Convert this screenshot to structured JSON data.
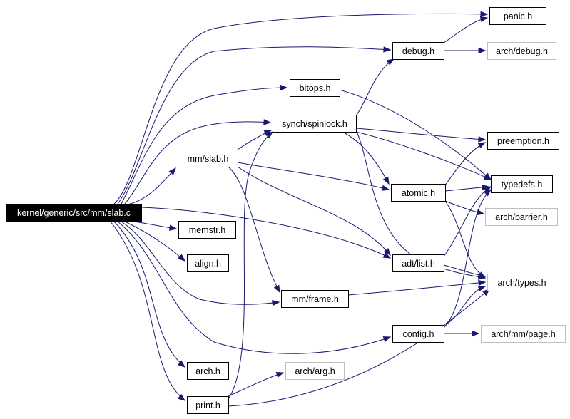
{
  "graph": {
    "nodes": [
      {
        "id": "slab_c",
        "label": "kernel/generic/src/mm/slab.c",
        "style": "root"
      },
      {
        "id": "panic_h",
        "label": "panic.h",
        "style": "normal"
      },
      {
        "id": "debug_h",
        "label": "debug.h",
        "style": "normal"
      },
      {
        "id": "arch_debug_h",
        "label": "arch/debug.h",
        "style": "external"
      },
      {
        "id": "bitops_h",
        "label": "bitops.h",
        "style": "normal"
      },
      {
        "id": "spinlock_h",
        "label": "synch/spinlock.h",
        "style": "normal"
      },
      {
        "id": "preemption_h",
        "label": "preemption.h",
        "style": "normal"
      },
      {
        "id": "slab_h",
        "label": "mm/slab.h",
        "style": "normal"
      },
      {
        "id": "typedefs_h",
        "label": "typedefs.h",
        "style": "normal"
      },
      {
        "id": "atomic_h",
        "label": "atomic.h",
        "style": "normal"
      },
      {
        "id": "arch_barrier_h",
        "label": "arch/barrier.h",
        "style": "external"
      },
      {
        "id": "memstr_h",
        "label": "memstr.h",
        "style": "normal"
      },
      {
        "id": "adt_list_h",
        "label": "adt/list.h",
        "style": "normal"
      },
      {
        "id": "align_h",
        "label": "align.h",
        "style": "normal"
      },
      {
        "id": "arch_types_h",
        "label": "arch/types.h",
        "style": "external"
      },
      {
        "id": "frame_h",
        "label": "mm/frame.h",
        "style": "normal"
      },
      {
        "id": "config_h",
        "label": "config.h",
        "style": "normal"
      },
      {
        "id": "arch_mm_page_h",
        "label": "arch/mm/page.h",
        "style": "external"
      },
      {
        "id": "arch_h",
        "label": "arch.h",
        "style": "normal"
      },
      {
        "id": "arch_arg_h",
        "label": "arch/arg.h",
        "style": "external"
      },
      {
        "id": "print_h",
        "label": "print.h",
        "style": "normal"
      }
    ],
    "edges": [
      {
        "from": "slab_c",
        "to": "panic_h"
      },
      {
        "from": "slab_c",
        "to": "debug_h"
      },
      {
        "from": "slab_c",
        "to": "bitops_h"
      },
      {
        "from": "slab_c",
        "to": "spinlock_h"
      },
      {
        "from": "slab_c",
        "to": "slab_h"
      },
      {
        "from": "slab_c",
        "to": "memstr_h"
      },
      {
        "from": "slab_c",
        "to": "align_h"
      },
      {
        "from": "slab_c",
        "to": "adt_list_h"
      },
      {
        "from": "slab_c",
        "to": "frame_h"
      },
      {
        "from": "slab_c",
        "to": "config_h"
      },
      {
        "from": "slab_c",
        "to": "arch_h"
      },
      {
        "from": "slab_c",
        "to": "print_h"
      },
      {
        "from": "debug_h",
        "to": "panic_h"
      },
      {
        "from": "debug_h",
        "to": "arch_debug_h"
      },
      {
        "from": "bitops_h",
        "to": "typedefs_h"
      },
      {
        "from": "spinlock_h",
        "to": "debug_h"
      },
      {
        "from": "spinlock_h",
        "to": "preemption_h"
      },
      {
        "from": "spinlock_h",
        "to": "typedefs_h"
      },
      {
        "from": "spinlock_h",
        "to": "atomic_h"
      },
      {
        "from": "spinlock_h",
        "to": "arch_types_h"
      },
      {
        "from": "slab_h",
        "to": "spinlock_h"
      },
      {
        "from": "slab_h",
        "to": "atomic_h"
      },
      {
        "from": "slab_h",
        "to": "adt_list_h"
      },
      {
        "from": "slab_h",
        "to": "frame_h"
      },
      {
        "from": "atomic_h",
        "to": "typedefs_h"
      },
      {
        "from": "atomic_h",
        "to": "arch_barrier_h"
      },
      {
        "from": "atomic_h",
        "to": "preemption_h"
      },
      {
        "from": "atomic_h",
        "to": "arch_types_h"
      },
      {
        "from": "adt_list_h",
        "to": "typedefs_h"
      },
      {
        "from": "adt_list_h",
        "to": "arch_types_h"
      },
      {
        "from": "frame_h",
        "to": "arch_types_h"
      },
      {
        "from": "config_h",
        "to": "arch_types_h"
      },
      {
        "from": "config_h",
        "to": "arch_mm_page_h"
      },
      {
        "from": "config_h",
        "to": "typedefs_h"
      },
      {
        "from": "print_h",
        "to": "arch_arg_h"
      },
      {
        "from": "print_h",
        "to": "spinlock_h"
      },
      {
        "from": "print_h",
        "to": "arch_types_h"
      }
    ]
  },
  "colors": {
    "edge": "#191970",
    "node_border": "#000000",
    "external_border": "#bfbfbf",
    "root_fill": "#000000",
    "root_text": "#ffffff"
  }
}
